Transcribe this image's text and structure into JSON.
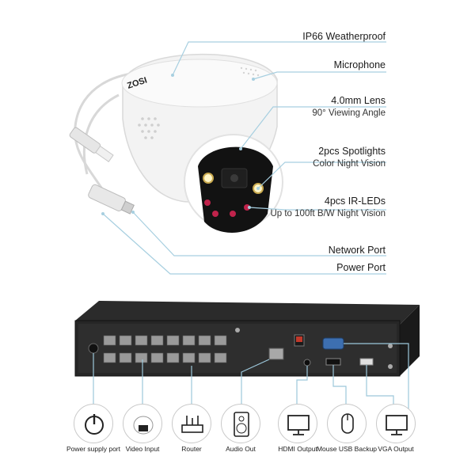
{
  "brand": "ZOSI",
  "features": [
    {
      "title": "IP66 Weatherproof",
      "subtitle": ""
    },
    {
      "title": "Microphone",
      "subtitle": ""
    },
    {
      "title": "4.0mm Lens",
      "subtitle": "90° Viewing Angle"
    },
    {
      "title": "2pcs Spotlights",
      "subtitle": "Color Night Vision"
    },
    {
      "title": "4pcs IR-LEDs",
      "subtitle": "Up to 100ft B/W Night Vision"
    },
    {
      "title": "Network Port",
      "subtitle": ""
    },
    {
      "title": "Power Port",
      "subtitle": ""
    }
  ],
  "nvr_ports": [
    {
      "label": "Power supply port",
      "icon": "power-icon"
    },
    {
      "label": "Video Input",
      "icon": "dome-camera-icon"
    },
    {
      "label": "Router",
      "icon": "router-icon"
    },
    {
      "label": "Audio Out",
      "icon": "speaker-icon"
    },
    {
      "label": "HDMI Output",
      "icon": "monitor-icon"
    },
    {
      "label": "Mouse USB Backup",
      "icon": "mouse-icon"
    },
    {
      "label": "VGA Output",
      "icon": "monitor-icon"
    }
  ],
  "colors": {
    "accent": "#a7cfe0",
    "accent_line": "#9cc7da"
  }
}
